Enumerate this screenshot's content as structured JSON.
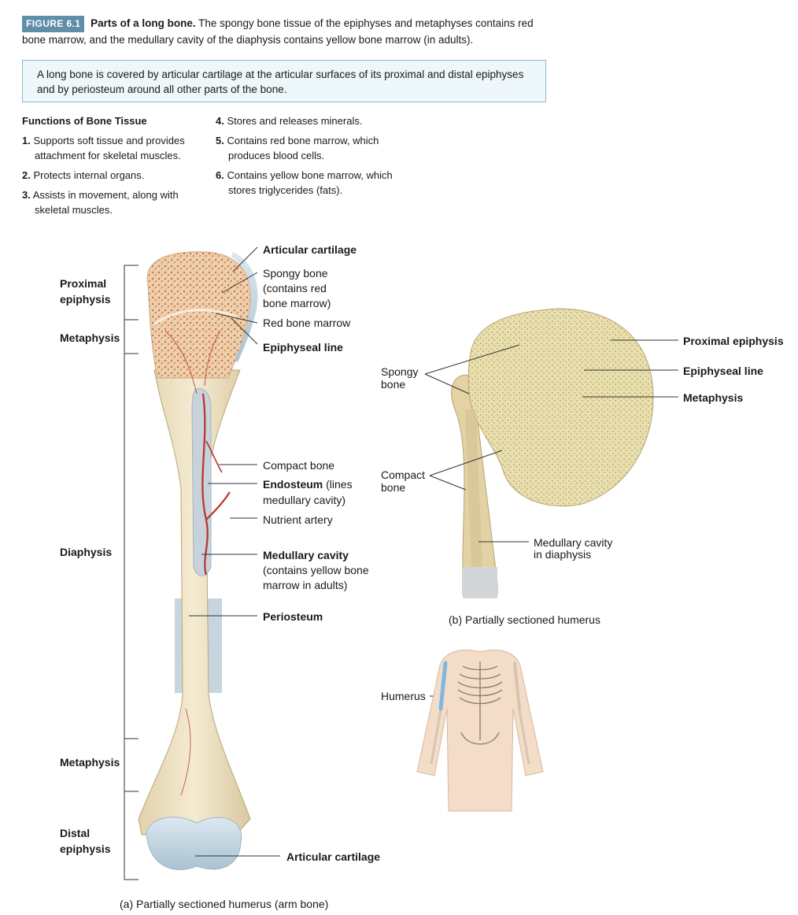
{
  "caption": {
    "tag": "FIGURE 6.1",
    "title": "Parts of a long bone.",
    "text": "The spongy bone tissue of the epiphyses and metaphyses contains red bone marrow, and the medullary cavity of the diaphysis contains yellow bone marrow (in adults)."
  },
  "callout": "A long bone is covered by articular cartilage at the articular surfaces of its proximal and distal epiphyses and by periosteum around all other parts of the bone.",
  "functions": {
    "heading": "Functions of Bone Tissue",
    "items": [
      {
        "num": "1.",
        "text": "Supports soft tissue and provides attachment for skeletal muscles."
      },
      {
        "num": "2.",
        "text": "Protects internal organs."
      },
      {
        "num": "3.",
        "text": "Assists in movement, along with skeletal muscles."
      },
      {
        "num": "4.",
        "text": "Stores and releases minerals."
      },
      {
        "num": "5.",
        "text": "Contains red bone marrow, which produces blood cells."
      },
      {
        "num": "6.",
        "text": "Contains yellow bone marrow, which stores triglycerides (fats)."
      }
    ]
  },
  "region_labels": {
    "proximal_epiphysis": [
      "Proximal",
      "epiphysis"
    ],
    "metaphysis_top": "Metaphysis",
    "diaphysis": "Diaphysis",
    "metaphysis_bottom": "Metaphysis",
    "distal_epiphysis": [
      "Distal",
      "epiphysis"
    ]
  },
  "part_labels": {
    "articular_cartilage_top": "Articular cartilage",
    "spongy_bone": [
      "Spongy  bone",
      "(contains red",
      "bone marrow)"
    ],
    "red_bone_marrow": "Red bone marrow",
    "epiphyseal_line": "Epiphyseal line",
    "compact_bone": "Compact bone",
    "endosteum_bold": "Endosteum",
    "endosteum_rest": " (lines",
    "endosteum_line2": "medullary cavity)",
    "nutrient_artery": "Nutrient artery",
    "medullary_cavity": [
      "Medullary cavity",
      "(contains yellow bone",
      "marrow in adults)"
    ],
    "periosteum": "Periosteum",
    "articular_cartilage_bottom": "Articular cartilage"
  },
  "panel_b_labels": {
    "spongy_bone": [
      "Spongy",
      "bone"
    ],
    "compact_bone": [
      "Compact",
      "bone"
    ],
    "proximal_epiphysis": "Proximal epiphysis",
    "epiphyseal_line": "Epiphyseal line",
    "metaphysis": "Metaphysis",
    "medullary_cavity": [
      "Medullary cavity",
      "in diaphysis"
    ],
    "humerus": "Humerus"
  },
  "panel_captions": {
    "a": "(a) Partially sectioned humerus (arm bone)",
    "b": "(b) Partially sectioned humerus"
  },
  "colors": {
    "cartilage": "#c9dbe6",
    "bone": "#efe3c4",
    "spongy": "#e8c8a4",
    "marrow_red": "#c23a2e",
    "cavity": "#c8d2db",
    "artery": "#b8322a",
    "accent": "#5f8fa8"
  }
}
